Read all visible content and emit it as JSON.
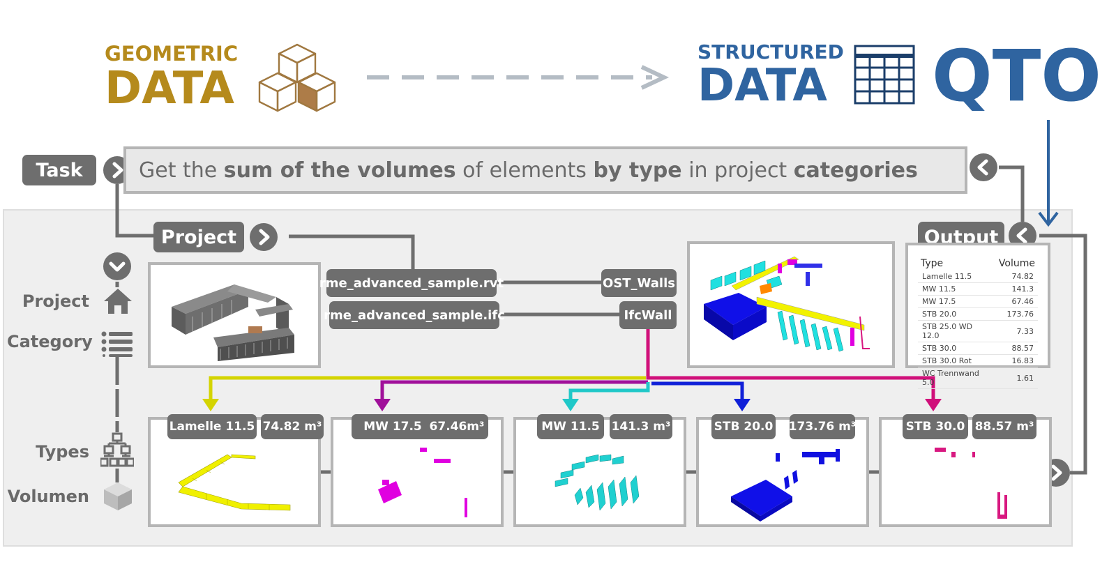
{
  "header": {
    "geometric_small": "GEOMETRIC",
    "geometric_big": "DATA",
    "structured_small": "STRUCTURED",
    "structured_big": "DATA",
    "qto": "QTO"
  },
  "task": {
    "label": "Task",
    "parts": [
      "Get the ",
      "sum of the volumes",
      " of elements ",
      "by type",
      " in project ",
      "categories"
    ]
  },
  "project_label": "Project",
  "output_label": "Output",
  "files": {
    "rvt": "rme_advanced_sample.rvt",
    "ifc": "rme_advanced_sample.ifc"
  },
  "categories": {
    "rvt": "OST_Walls",
    "ifc": "IfcWall"
  },
  "sidebar": {
    "project": "Project",
    "category": "Category",
    "types": "Types",
    "volumen": "Volumen"
  },
  "output_table": {
    "headers": [
      "Type",
      "Volume"
    ],
    "rows": [
      [
        "Lamelle 11.5",
        "74.82"
      ],
      [
        "MW 11.5",
        "141.3"
      ],
      [
        "MW 17.5",
        "67.46"
      ],
      [
        "STB 20.0",
        "173.76"
      ],
      [
        "STB 25.0 WD 12.0",
        "7.33"
      ],
      [
        "STB 30.0",
        "88.57"
      ],
      [
        "STB 30.0 Rot",
        "16.83"
      ],
      [
        "WC Trennwand 5.0",
        "1.61"
      ]
    ]
  },
  "type_panels": [
    {
      "name": "Lamelle 11.5",
      "volume": "74.82 m³",
      "color": "#e6e600"
    },
    {
      "name": "MW 17.5",
      "volume": "67.46m³",
      "color": "#e000e0"
    },
    {
      "name": "MW 11.5",
      "volume": "141.3 m³",
      "color": "#20d0d0"
    },
    {
      "name": "STB 20.0",
      "volume": "173.76 m³",
      "color": "#0a0ae0"
    },
    {
      "name": "STB 30.0",
      "volume": "88.57 m³",
      "color": "#d81880"
    }
  ],
  "colors": {
    "gold": "#b58a1c",
    "blue": "#2f64a0",
    "gray": "#6e6e6e",
    "yellow_line": "#d4d400",
    "purple_line": "#a0109a",
    "cyan_line": "#20c8c8",
    "blue_line": "#1020d8",
    "magenta_line": "#d0107a"
  }
}
